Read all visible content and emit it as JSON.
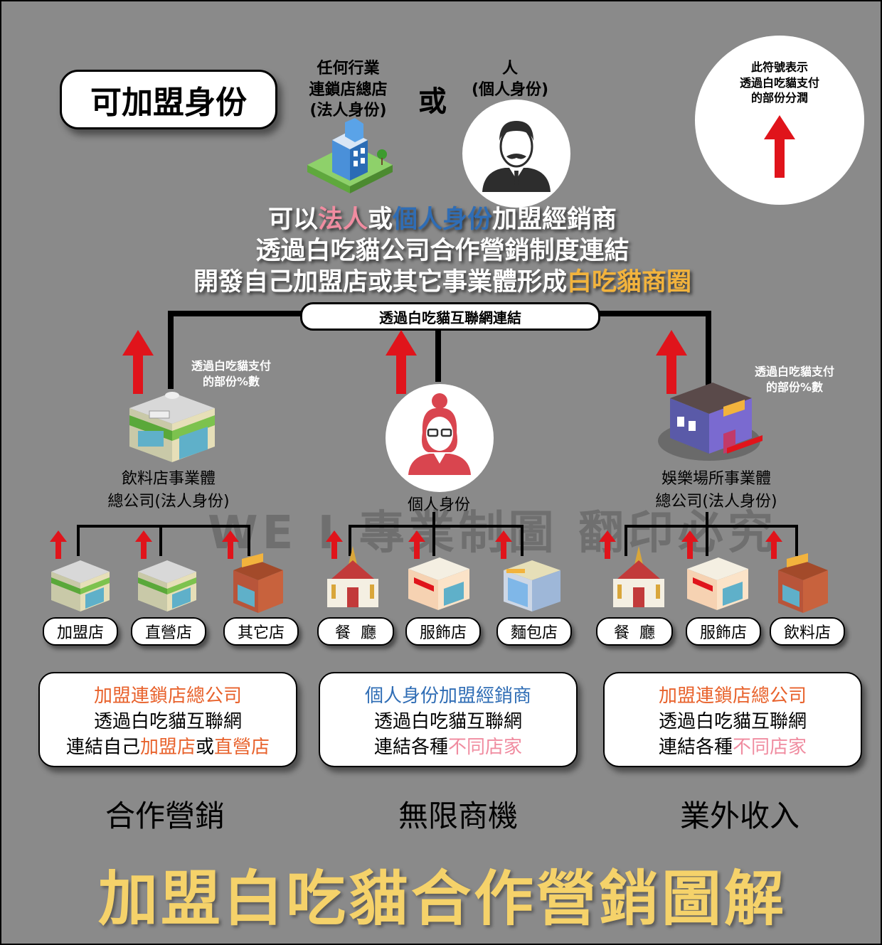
{
  "header": {
    "title_pill": "可加盟身份",
    "option_a": [
      "任何行業",
      "連鎖店總店",
      "(法人身份)"
    ],
    "or_word": "或",
    "option_b": [
      "人",
      "(個人身份)"
    ],
    "legend": [
      "此符號表示",
      "透過白吃貓支付",
      "的部份分潤"
    ]
  },
  "main_text": {
    "line1": {
      "pre": "可以",
      "hl1": "法人",
      "mid": "或",
      "hl2": "個人身份",
      "post": "加盟經銷商"
    },
    "line2": "透過白吃貓公司合作營銷制度連結",
    "line3": {
      "pre": "開發自己加盟店或其它事業體形成",
      "hl": "白吃貓商圈"
    }
  },
  "connector_label": "透過白吃貓互聯網連結",
  "branches": {
    "left": {
      "note": [
        "透過白吃貓支付",
        "的部份%數"
      ],
      "caption": [
        "飲料店事業體",
        "總公司(法人身份)"
      ]
    },
    "middle": {
      "caption": "個人身份"
    },
    "right": {
      "note": [
        "透過白吃貓支付",
        "的部份%數"
      ],
      "caption": [
        "娛樂場所事業體",
        "總公司(法人身份)"
      ]
    }
  },
  "shops": [
    "加盟店",
    "直營店",
    "其它店",
    "餐  廳",
    "服飾店",
    "麵包店",
    "餐  廳",
    "服飾店",
    "飲料店"
  ],
  "boxes": [
    {
      "l1": "加盟連鎖店總公司",
      "l2": "透過白吃貓互聯網",
      "l3_pre": "連結自己",
      "l3_hl1": "加盟店",
      "l3_mid": "或",
      "l3_hl2": "直營店"
    },
    {
      "l1": "個人身份加盟經銷商",
      "l2": "透過白吃貓互聯網",
      "l3_pre": "連結各種",
      "l3_hl1": "不同店家"
    },
    {
      "l1": "加盟連鎖店總公司",
      "l2": "透過白吃貓互聯網",
      "l3_pre": "連結各種",
      "l3_hl1": "不同店家"
    }
  ],
  "taglines": [
    "合作營銷",
    "無限商機",
    "業外收入"
  ],
  "big_title": "加盟白吃貓合作營銷圖解",
  "watermark": "WE I 專業制圖  翻印必究",
  "colors": {
    "background": "#8a8a8a",
    "pink": "#f08ca0",
    "blue": "#2f6db5",
    "gold": "#f2b33d",
    "orange": "#e8622c",
    "arrow_red": "#e0141b",
    "title_yellow": "#f5d26a"
  }
}
